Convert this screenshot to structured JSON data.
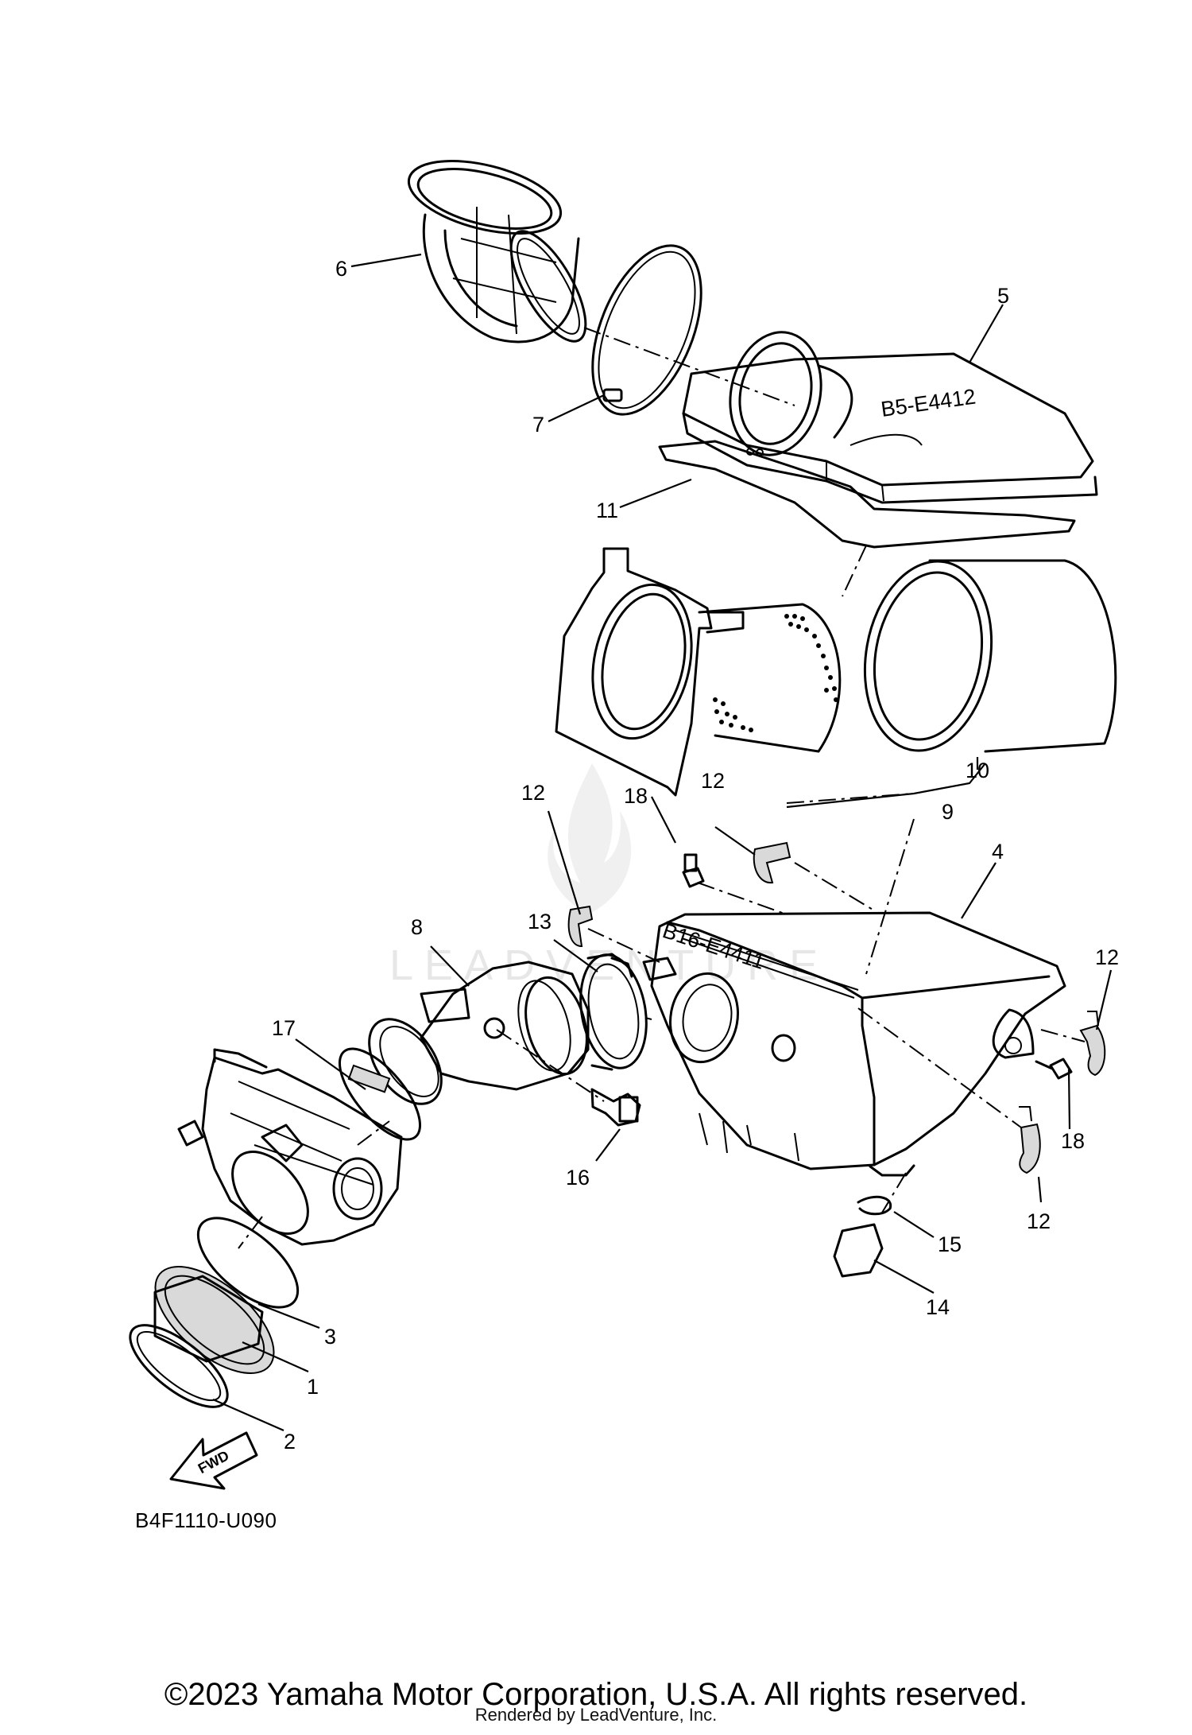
{
  "callouts": {
    "c1": "1",
    "c2": "2",
    "c3": "3",
    "c4": "4",
    "c5": "5",
    "c6": "6",
    "c7": "7",
    "c8": "8",
    "c9": "9",
    "c10": "10",
    "c11": "11",
    "c12a": "12",
    "c12b": "12",
    "c12c": "12",
    "c12d": "12",
    "c13": "13",
    "c14": "14",
    "c15": "15",
    "c16": "16",
    "c17": "17",
    "c18a": "18",
    "c18b": "18"
  },
  "part_markings": {
    "lid_mark": "B5-E4412",
    "case_mark": "B16-E4411",
    "fwd_arrow": "FWD"
  },
  "watermark": "LEADVENTURE",
  "diagram_code": "B4F1110-U090",
  "footer": {
    "copyright": "©2023 Yamaha Motor Corporation, U.S.A. All rights reserved.",
    "rendered_by": "Rendered by LeadVenture, Inc."
  }
}
